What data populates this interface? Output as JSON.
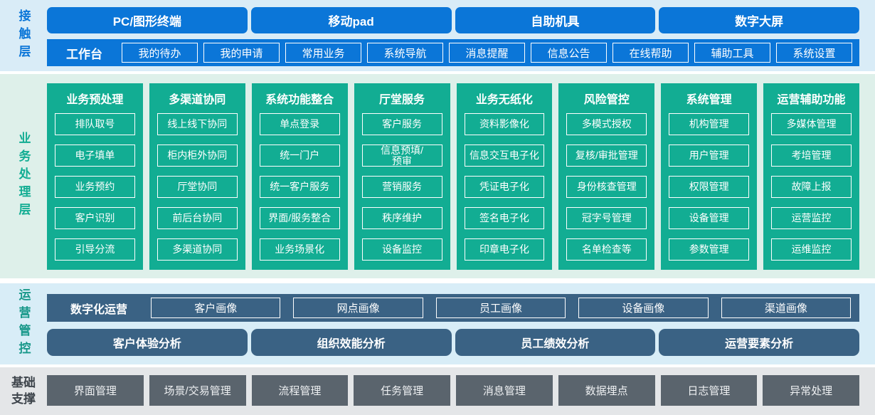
{
  "colors": {
    "contact_accent": "#0b76d8",
    "contact_bg": "#d9ecf7",
    "business_accent": "#12ad93",
    "business_bg": "#def0ea",
    "operations_accent": "#3a6284",
    "operations_bg": "#d8edf7",
    "operations_label": "#18988a",
    "foundation_button": "#5a646d",
    "foundation_bg": "#e4e6e8",
    "foundation_label": "#3d444b"
  },
  "contact_layer": {
    "label": "接触层",
    "terminals": [
      "PC/图形终端",
      "移动pad",
      "自助机具",
      "数字大屏"
    ],
    "workbench": {
      "label": "工作台",
      "items": [
        "我的待办",
        "我的申请",
        "常用业务",
        "系统导航",
        "消息提醒",
        "信息公告",
        "在线帮助",
        "辅助工具",
        "系统设置"
      ]
    }
  },
  "business_layer": {
    "label": "业务处理层",
    "columns": [
      {
        "title": "业务预处理",
        "items": [
          "排队取号",
          "电子填单",
          "业务预约",
          "客户识别",
          "引导分流"
        ]
      },
      {
        "title": "多渠道协同",
        "items": [
          "线上线下协同",
          "柜内柜外协同",
          "厅堂协同",
          "前后台协同",
          "多渠道协同"
        ]
      },
      {
        "title": "系统功能整合",
        "items": [
          "单点登录",
          "统一门户",
          "统一客户服务",
          "界面/服务整合",
          "业务场景化"
        ]
      },
      {
        "title": "厅堂服务",
        "items": [
          "客户服务",
          "信息预填/\n预审",
          "营销服务",
          "秩序维护",
          "设备监控"
        ]
      },
      {
        "title": "业务无纸化",
        "items": [
          "资料影像化",
          "信息交互电子化",
          "凭证电子化",
          "签名电子化",
          "印章电子化"
        ]
      },
      {
        "title": "风险管控",
        "items": [
          "多模式授权",
          "复核/审批管理",
          "身份核查管理",
          "冠字号管理",
          "名单检查等"
        ]
      },
      {
        "title": "系统管理",
        "items": [
          "机构管理",
          "用户管理",
          "权限管理",
          "设备管理",
          "参数管理"
        ]
      },
      {
        "title": "运营辅助功能",
        "items": [
          "多媒体管理",
          "考培管理",
          "故障上报",
          "运营监控",
          "运维监控"
        ]
      }
    ]
  },
  "operations_layer": {
    "label": "运营管控",
    "digital_ops": {
      "label": "数字化运营",
      "items": [
        "客户画像",
        "网点画像",
        "员工画像",
        "设备画像",
        "渠道画像"
      ]
    },
    "analysis": [
      "客户体验分析",
      "组织效能分析",
      "员工绩效分析",
      "运营要素分析"
    ]
  },
  "foundation_layer": {
    "label": "基础支撑",
    "items": [
      "界面管理",
      "场景/交易管理",
      "流程管理",
      "任务管理",
      "消息管理",
      "数据埋点",
      "日志管理",
      "异常处理"
    ]
  }
}
